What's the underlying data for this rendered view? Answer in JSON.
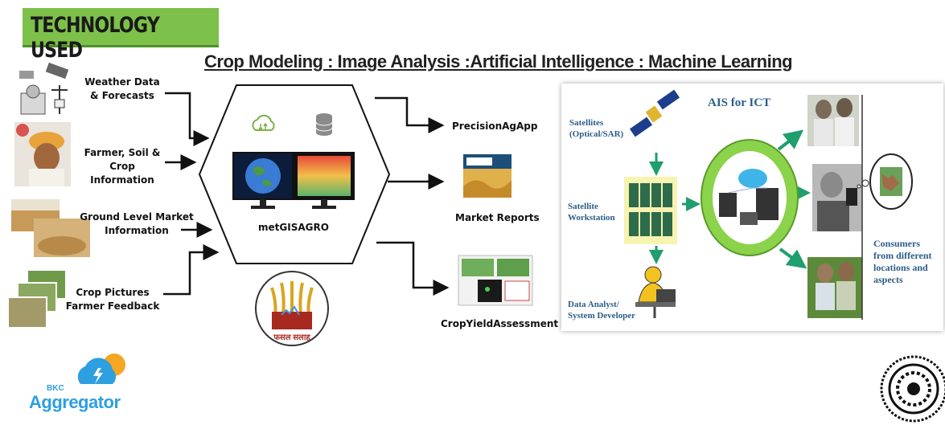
{
  "header": {
    "title": "TECHNOLOGY USED",
    "subtitle": "Crop Modeling : Image Analysis :Artificial Intelligence : Machine Learning"
  },
  "inputs": [
    {
      "label": "Weather Data & Forecasts"
    },
    {
      "label": "Farmer, Soil & Crop Information"
    },
    {
      "label": "Ground Level Market Information"
    },
    {
      "label": "Crop Pictures Farmer Feedback"
    }
  ],
  "center": {
    "label": "metGISAGRO",
    "emblem_text": "फसल सलाह"
  },
  "outputs": [
    {
      "label": "PrecisionAgApp"
    },
    {
      "label": "Market Reports"
    },
    {
      "label": "CropYieldAssessment"
    }
  ],
  "ais_panel": {
    "title": "AIS for ICT",
    "satellites": "Satellites (Optical/SAR)",
    "workstation": "Satellite Workstation",
    "analyst": "Data Analyst/ System Developer",
    "consumers": "Consumers from different locations and aspects"
  },
  "footer": {
    "logo_small": "BKC",
    "logo_text": "Aggregator"
  },
  "colors": {
    "banner": "#7dc04a",
    "arrow_green": "#1f9e6e",
    "ellipse": "#8bd34a",
    "panel_text": "#2b5d8a"
  }
}
